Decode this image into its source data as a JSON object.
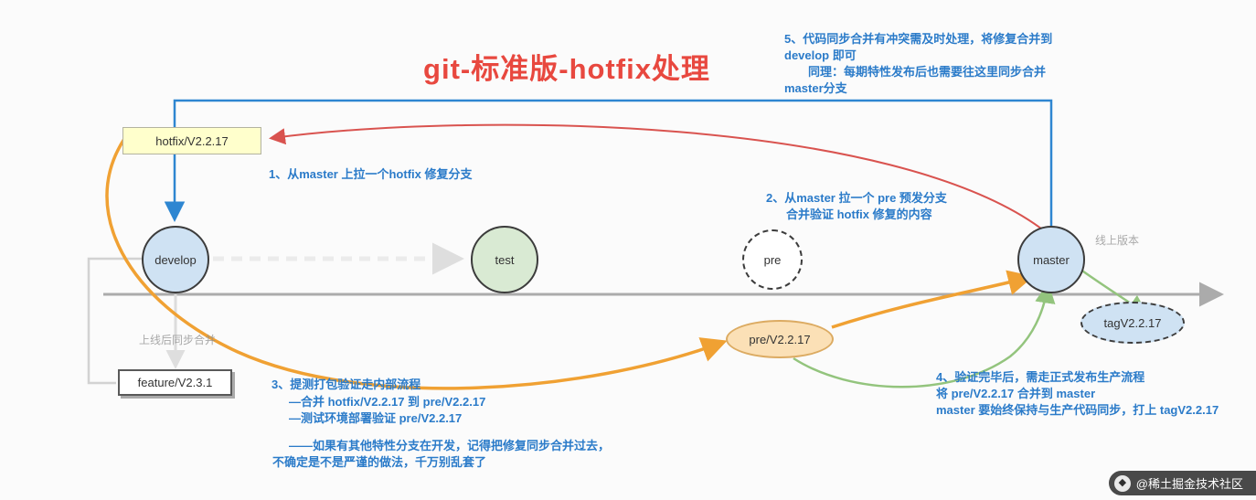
{
  "title": "git-标准版-hotfix处理",
  "nodes": {
    "hotfix_branch": "hotfix/V2.2.17",
    "develop": "develop",
    "test": "test",
    "pre": "pre",
    "master": "master",
    "pre_release": "pre/V2.2.17",
    "tag": "tagV2.2.17",
    "feature": "feature/V2.3.1"
  },
  "annotations": {
    "step1": "1、从master 上拉一个hotfix 修复分支",
    "step2": [
      "2、从master 拉一个 pre 预发分支",
      "合并验证 hotfix 修复的内容"
    ],
    "step3": [
      "3、提测打包验证走内部流程",
      "—合并 hotfix/V2.2.17 到 pre/V2.2.17",
      "—测试环境部署验证 pre/V2.2.17"
    ],
    "step4": [
      "4、验证完毕后，需走正式发布生产流程",
      "将 pre/V2.2.17 合并到 master",
      "master 要始终保持与生产代码同步，打上 tagV2.2.17"
    ],
    "step5": [
      "5、代码同步合并有冲突需及时处理，将修复合并到",
      "develop 即可",
      "同理：每期特性发布后也需要往这里同步合并",
      "master分支"
    ],
    "note": [
      "——如果有其他特性分支在开发，记得把修复同步合并过去，",
      "不确定是不是严谨的做法，千万别乱套了"
    ],
    "faint_label_feature": "上线后同步合并",
    "faint_label_master": "线上版本"
  },
  "watermark": {
    "text": "@稀土掘金技术社区"
  },
  "icons": {
    "juejin_logo": "◆"
  },
  "colors": {
    "title_red": "#e8483f",
    "annotation_blue": "#2b7bc9",
    "blue_line": "#2e86d1",
    "red_line": "#d9534f",
    "orange_line": "#f0a133",
    "green_line": "#93c47d",
    "gray_timeline": "#ababab",
    "node_blue_fill": "#cfe2f3",
    "node_green_fill": "#d9ead3",
    "hotfix_fill": "#ffffcc",
    "pre_release_fill": "#fbe0b6"
  }
}
